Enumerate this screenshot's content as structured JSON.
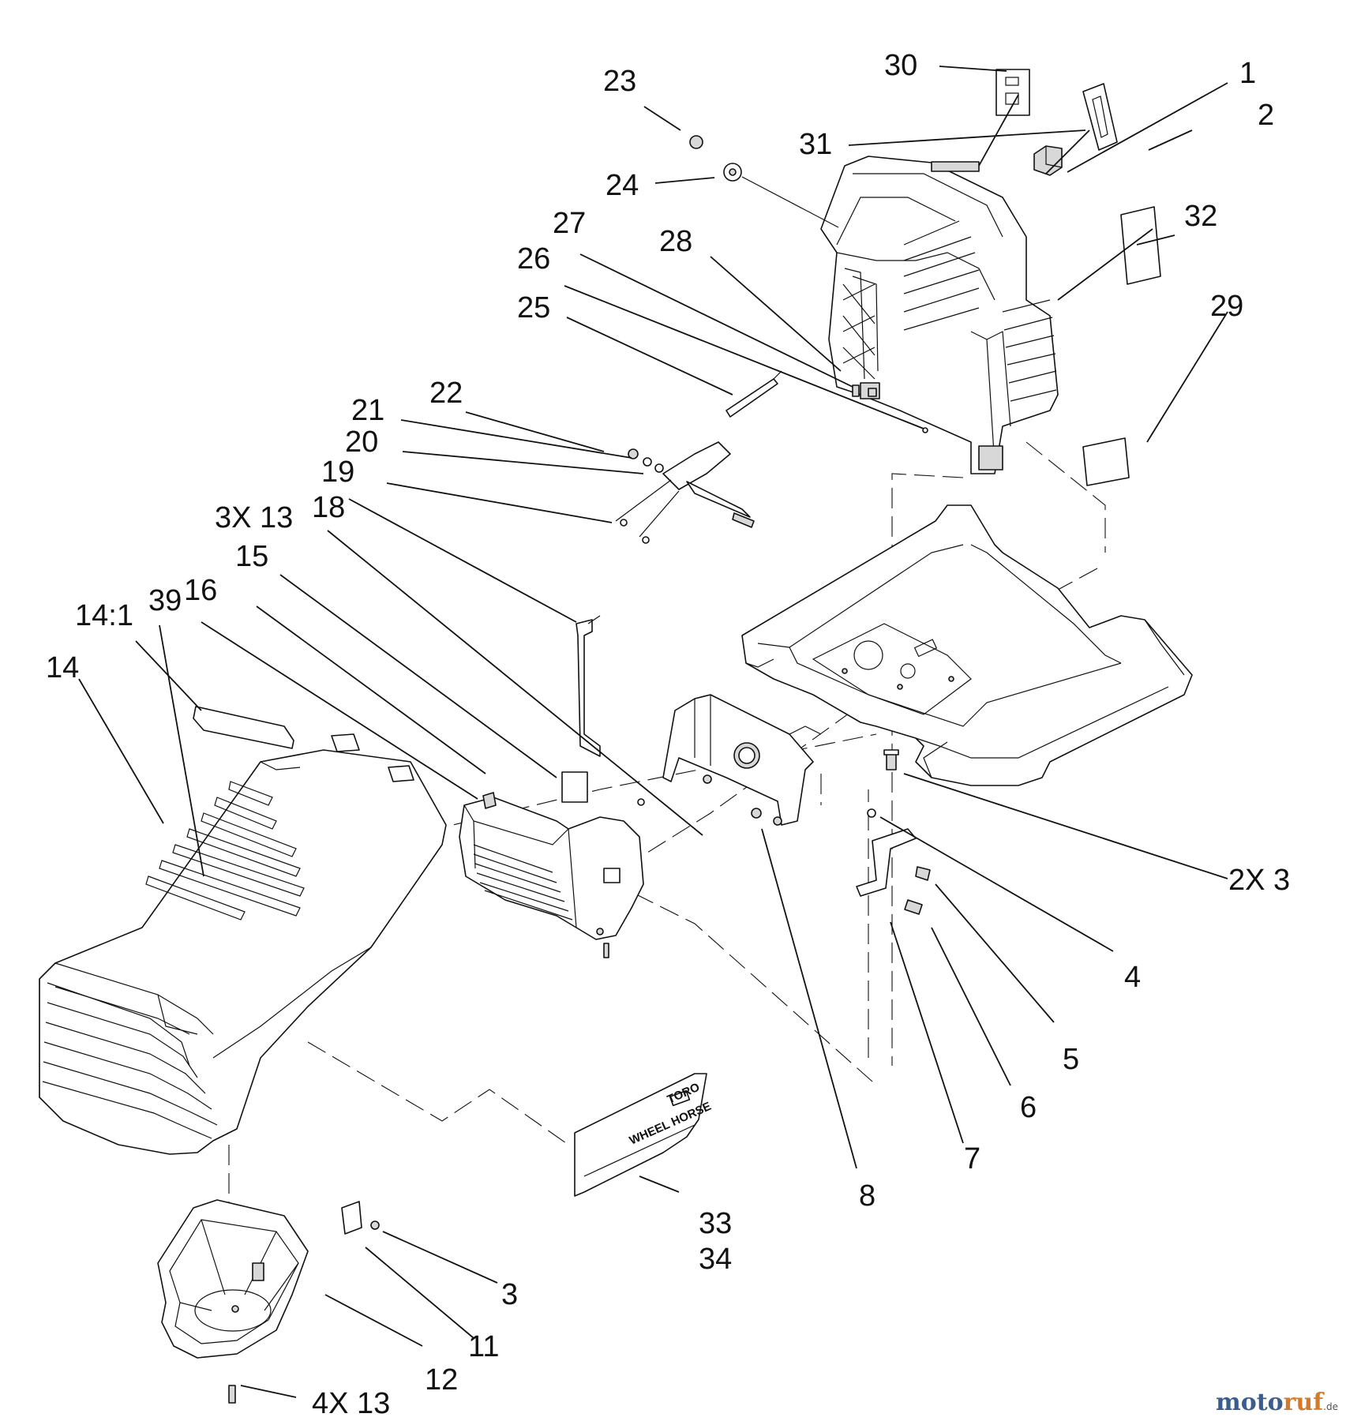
{
  "diagram": {
    "callouts": [
      {
        "id": "c30",
        "text": "30"
      },
      {
        "id": "c1",
        "text": "1"
      },
      {
        "id": "c2",
        "text": "2"
      },
      {
        "id": "c31",
        "text": "31"
      },
      {
        "id": "c23",
        "text": "23"
      },
      {
        "id": "c24",
        "text": "24"
      },
      {
        "id": "c32",
        "text": "32"
      },
      {
        "id": "c27",
        "text": "27"
      },
      {
        "id": "c28",
        "text": "28"
      },
      {
        "id": "c26",
        "text": "26"
      },
      {
        "id": "c25",
        "text": "25"
      },
      {
        "id": "c29",
        "text": "29"
      },
      {
        "id": "c22",
        "text": "22"
      },
      {
        "id": "c21",
        "text": "21"
      },
      {
        "id": "c20",
        "text": "20"
      },
      {
        "id": "c19",
        "text": "19"
      },
      {
        "id": "c3x13",
        "text": "3X 13"
      },
      {
        "id": "c18",
        "text": "18"
      },
      {
        "id": "c15",
        "text": "15"
      },
      {
        "id": "c39",
        "text": "39"
      },
      {
        "id": "c16",
        "text": "16"
      },
      {
        "id": "c14_1",
        "text": "14:1"
      },
      {
        "id": "c14",
        "text": "14"
      },
      {
        "id": "c2x3",
        "text": "2X 3"
      },
      {
        "id": "c4",
        "text": "4"
      },
      {
        "id": "c5",
        "text": "5"
      },
      {
        "id": "c6",
        "text": "6"
      },
      {
        "id": "c7",
        "text": "7"
      },
      {
        "id": "c8",
        "text": "8"
      },
      {
        "id": "c33",
        "text": "33"
      },
      {
        "id": "c34",
        "text": "34"
      },
      {
        "id": "c3",
        "text": "3"
      },
      {
        "id": "c11",
        "text": "11"
      },
      {
        "id": "c12",
        "text": "12"
      },
      {
        "id": "c4x13",
        "text": "4X 13"
      }
    ],
    "decal": {
      "brand": "TORO",
      "model": "WHEEL HORSE"
    }
  },
  "watermark": {
    "part1": "moto",
    "part2": "ruf",
    "suffix": ".de"
  }
}
